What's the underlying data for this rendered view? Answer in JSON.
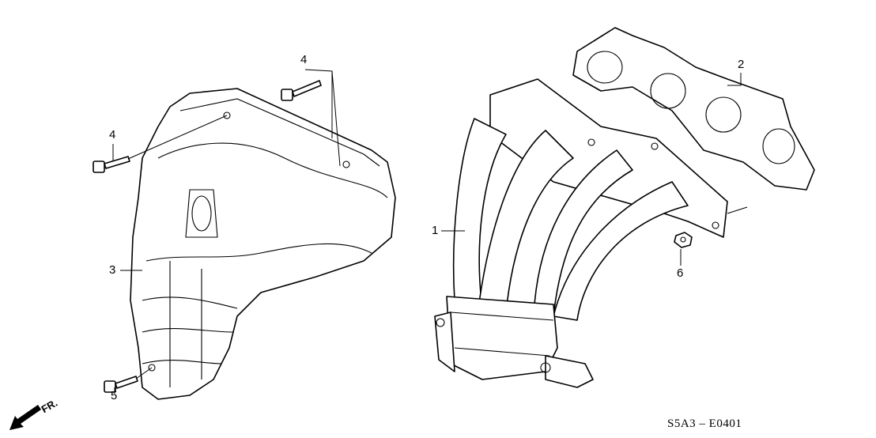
{
  "diagram": {
    "callouts": [
      {
        "id": "1",
        "part": "exhaust-manifold"
      },
      {
        "id": "2",
        "part": "manifold-gasket"
      },
      {
        "id": "3",
        "part": "heat-shield"
      },
      {
        "id": "4",
        "part": "bolt-upper"
      },
      {
        "id": "4",
        "part": "bolt-left"
      },
      {
        "id": "5",
        "part": "bolt-lower"
      },
      {
        "id": "6",
        "part": "nut"
      }
    ],
    "front_label": "FR.",
    "drawing_code": "S5A3 – E0401"
  }
}
